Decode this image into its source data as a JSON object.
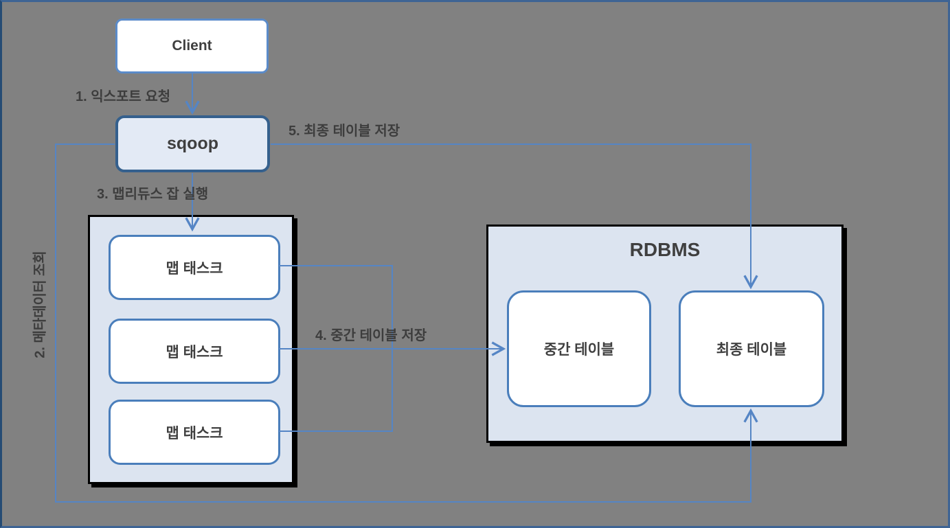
{
  "diagram": {
    "description": "Sqoop export flow diagram",
    "nodes": {
      "client": {
        "label": "Client"
      },
      "sqoop": {
        "label": "sqoop"
      },
      "map_tasks": [
        "맵 태스크",
        "맵 태스크",
        "맵 태스크"
      ],
      "rdbms": {
        "title": "RDBMS",
        "intermediate_table": "중간 테이블",
        "final_table": "최종 테이블"
      }
    },
    "edges": {
      "step1": "1. 익스포트 요청",
      "step2": "2. 메타데이터 조회",
      "step3": "3. 맵리듀스 잡 실행",
      "step4": "4. 중간 테이블 저장",
      "step5": "5. 최종 테이블 저장"
    },
    "colors": {
      "canvas_background": "#818181",
      "frame_border": "#3e6494",
      "container_fill": "#dce4f0",
      "container_border": "#000000",
      "client_border": "#5b8bc9",
      "sqoop_fill": "#e3eaf5",
      "sqoop_border": "#35608d",
      "inner_box_border": "#4a7ebb",
      "connector_line": "#5585c5",
      "text": "#3f3f3f"
    }
  }
}
